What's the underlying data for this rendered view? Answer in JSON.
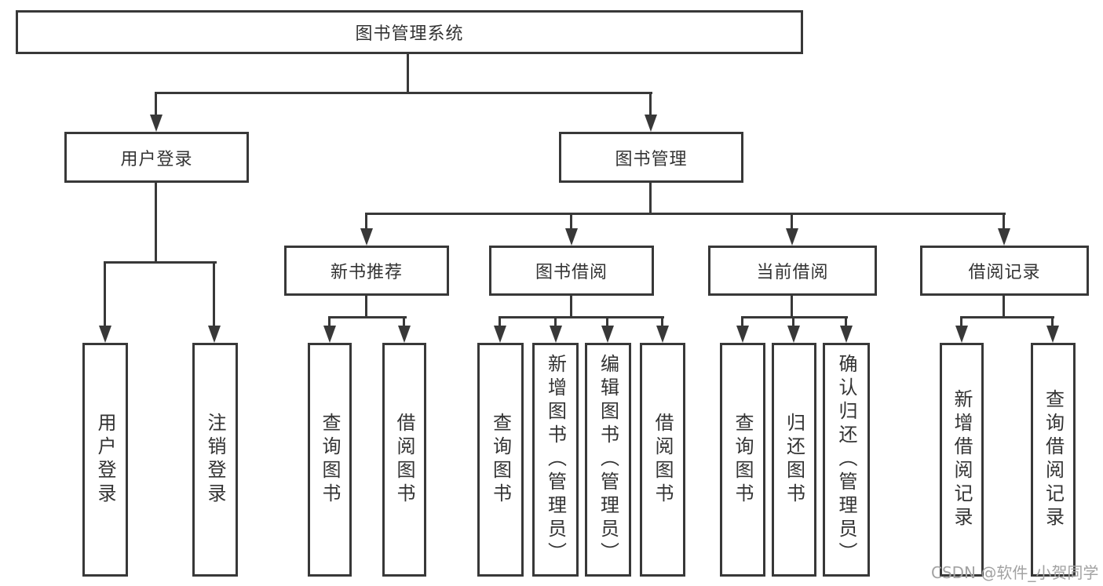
{
  "diagram": {
    "tree": {
      "label": "图书管理系统",
      "children": [
        {
          "label": "用户登录",
          "children": [
            {
              "label": "用户登录"
            },
            {
              "label": "注销登录"
            }
          ]
        },
        {
          "label": "图书管理",
          "children": [
            {
              "label": "新书推荐",
              "children": [
                {
                  "label": "查询图书"
                },
                {
                  "label": "借阅图书"
                }
              ]
            },
            {
              "label": "图书借阅",
              "children": [
                {
                  "label": "查询图书"
                },
                {
                  "label": "新增图书（管理员）"
                },
                {
                  "label": "编辑图书（管理员）"
                },
                {
                  "label": "借阅图书"
                }
              ]
            },
            {
              "label": "当前借阅",
              "children": [
                {
                  "label": "查询图书"
                },
                {
                  "label": "归还图书"
                },
                {
                  "label": "确认归还（管理员）"
                }
              ]
            },
            {
              "label": "借阅记录",
              "children": [
                {
                  "label": "新增借阅记录"
                },
                {
                  "label": "查询借阅记录"
                }
              ]
            }
          ]
        }
      ]
    },
    "colors": {
      "line": "#383838",
      "text": "#333333",
      "background": "#ffffff",
      "watermark": "#a2a2a2"
    }
  },
  "watermark": {
    "text": "CSDN @软件_小贺同学"
  }
}
